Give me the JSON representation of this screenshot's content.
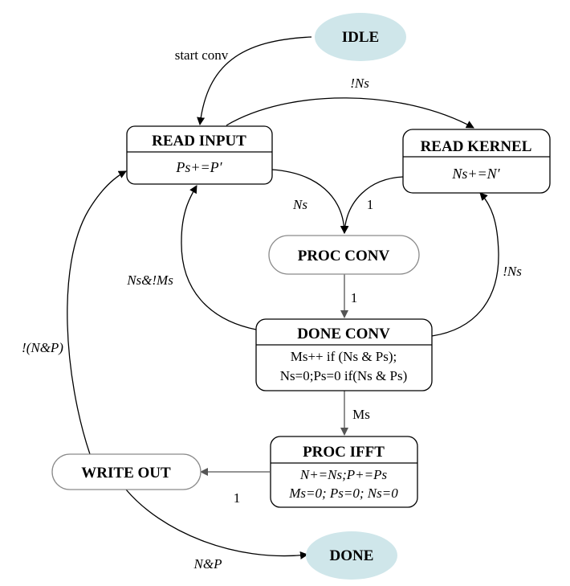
{
  "states": {
    "idle": {
      "title": "IDLE"
    },
    "read_input": {
      "title": "READ INPUT",
      "action": "Ps+=P′"
    },
    "read_kernel": {
      "title": "READ KERNEL",
      "action": "Ns+=N′"
    },
    "proc_conv": {
      "title": "PROC CONV"
    },
    "done_conv": {
      "title": "DONE CONV",
      "action_line1": "Ms++ if (Ns & Ps);",
      "action_line2": "Ns=0;Ps=0 if(Ns & Ps)"
    },
    "proc_ifft": {
      "title": "PROC IFFT",
      "action_line1": "N+=Ns;P+=Ps",
      "action_line2": "Ms=0; Ps=0; Ns=0"
    },
    "write_out": {
      "title": "WRITE OUT"
    },
    "done": {
      "title": "DONE"
    }
  },
  "transitions": {
    "idle_to_read_input": "start conv",
    "read_input_to_read_kernel": "!Ns",
    "read_input_to_proc_conv": "Ns",
    "read_kernel_to_proc_conv": "1",
    "proc_conv_to_done_conv": "1",
    "done_conv_to_read_input": "Ns&!Ms",
    "done_conv_to_read_kernel": "!Ns",
    "done_conv_to_proc_ifft": "Ms",
    "proc_ifft_to_write_out": "1",
    "write_out_to_read_input": "!(N&P)",
    "write_out_to_done": "N&P"
  },
  "colors": {
    "terminal_fill": "#cfe6ea",
    "border": "#000000",
    "gray_border": "#8a8a8a"
  }
}
